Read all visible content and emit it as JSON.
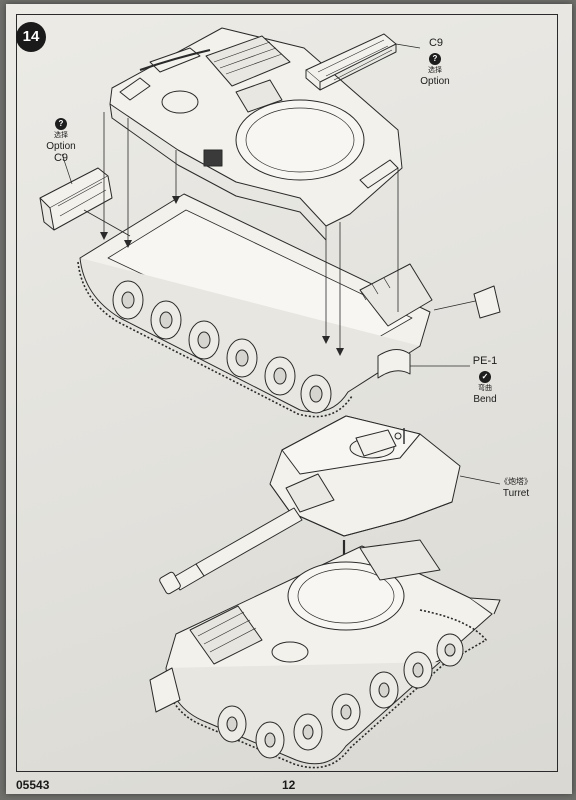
{
  "step_number": "14",
  "callouts": {
    "c9_top": {
      "part": "C9",
      "option_cn": "选择",
      "option_en": "Option",
      "badge": "?"
    },
    "c9_left": {
      "part": "C9",
      "option_cn": "选择",
      "option_en": "Option",
      "badge": "?"
    },
    "pe1": {
      "part": "PE-1",
      "bend_cn": "弯曲",
      "bend_en": "Bend",
      "badge": "✓"
    },
    "turret": {
      "label_cn": "《炮塔》",
      "label_en": "Turret"
    }
  },
  "footer": {
    "code": "05543",
    "page": "12"
  },
  "colors": {
    "paper": "#e6e5e0",
    "ink": "#2a2a2a",
    "hull": "#f2f1ec"
  }
}
